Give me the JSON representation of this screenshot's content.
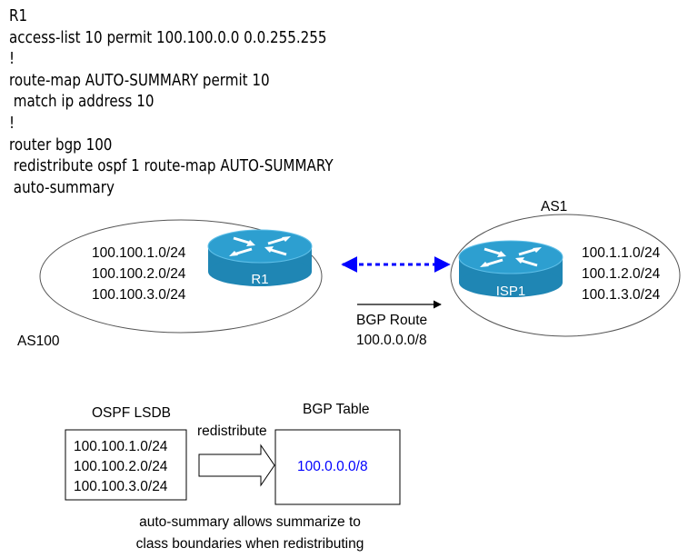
{
  "config_lines": [
    "R1",
    "access-list 10 permit 100.100.0.0 0.0.255.255",
    "!",
    "route-map AUTO-SUMMARY permit 10",
    " match ip address 10",
    "!",
    "router bgp 100",
    " redistribute ospf 1 route-map AUTO-SUMMARY",
    " auto-summary"
  ],
  "as100": {
    "label": "AS100",
    "routes": [
      "100.100.1.0/24",
      "100.100.2.0/24",
      "100.100.3.0/24"
    ],
    "router_label": "R1"
  },
  "as1": {
    "label": "AS1",
    "routes": [
      "100.1.1.0/24",
      "100.1.2.0/24",
      "100.1.3.0/24"
    ],
    "router_label": "ISP1"
  },
  "bgp_route": {
    "label": "BGP Route",
    "prefix": "100.0.0.0/8"
  },
  "ospf_lsdb": {
    "title": "OSPF LSDB",
    "routes": [
      "100.100.1.0/24",
      "100.100.2.0/24",
      "100.100.3.0/24"
    ]
  },
  "redistribute_label": "redistribute",
  "bgp_table": {
    "title": "BGP Table",
    "entry": "100.0.0.0/8"
  },
  "caption_lines": [
    "auto-summary allows summarize to",
    "class boundaries when redistributing"
  ],
  "colors": {
    "router_body": "#1f86b4",
    "router_top": "#2d9fd0",
    "link": "#0000ff",
    "bgp_entry": "#0000ff"
  }
}
